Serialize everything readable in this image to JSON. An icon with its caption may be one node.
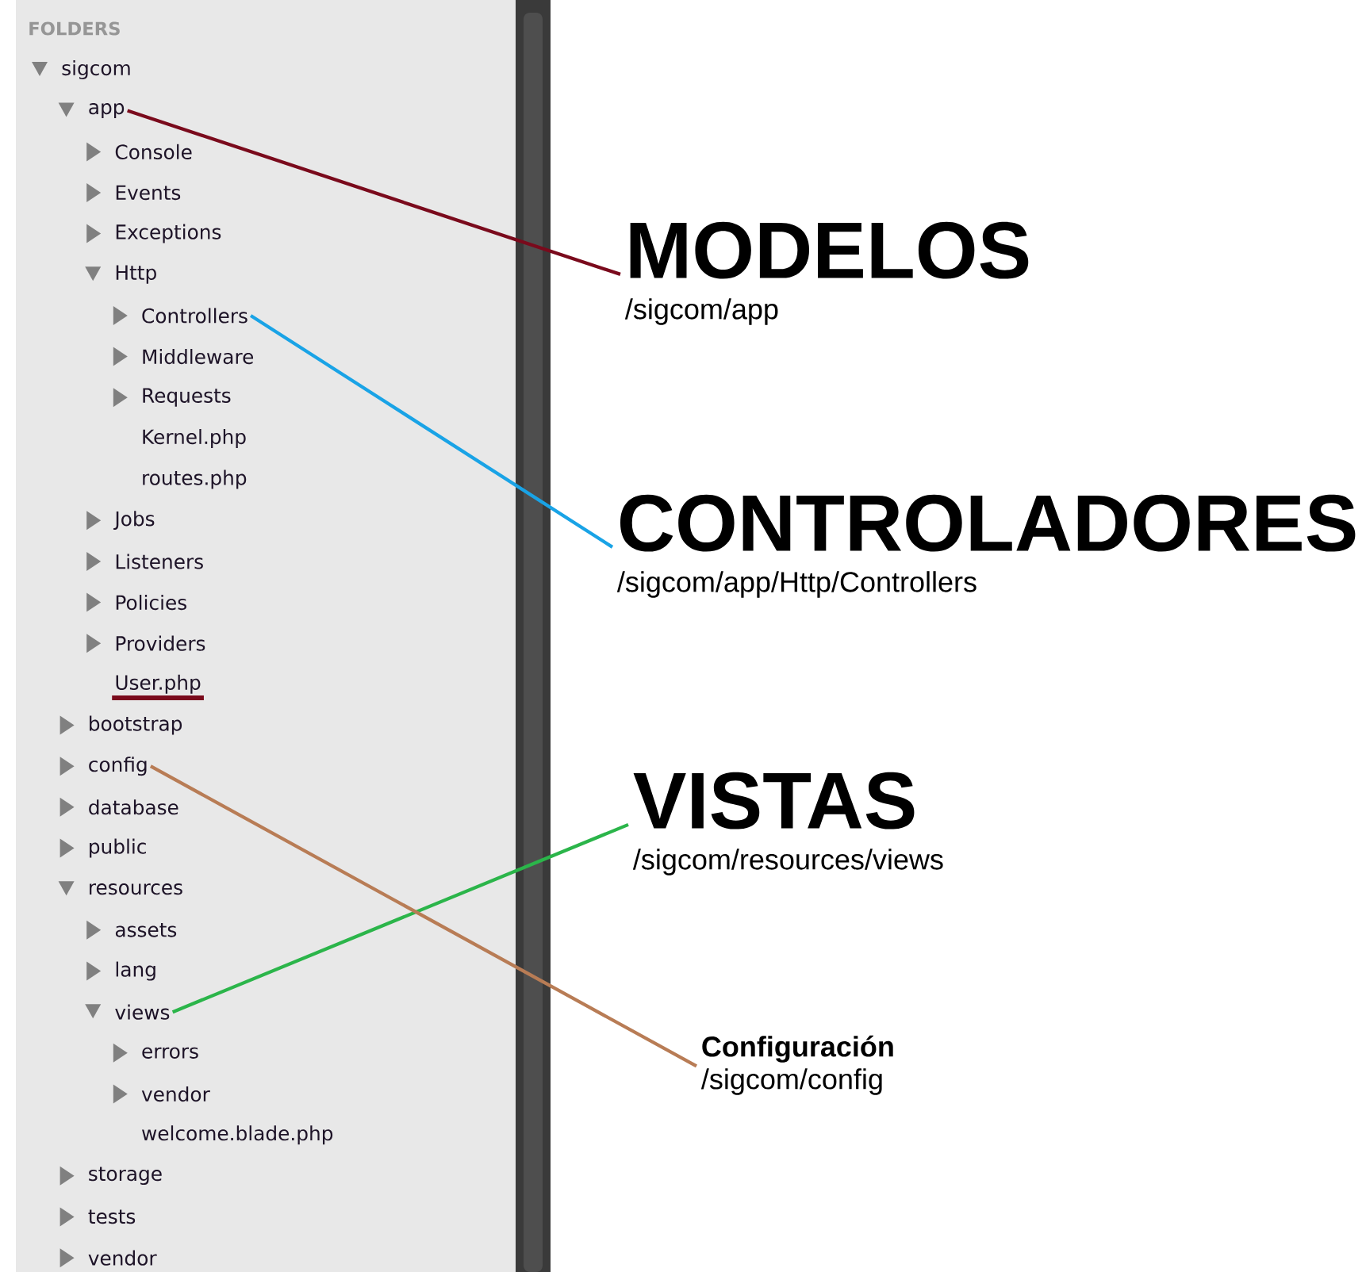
{
  "diagram": {
    "nodes": [
      {
        "text": [
          "app"
        ]
      },
      {
        "text": [
          "Controllers"
        ]
      },
      {
        "text": [
          "config"
        ]
      },
      {
        "text": [
          "views"
        ]
      },
      {
        "text": [
          "MODELOS",
          "/sigcom/app"
        ]
      },
      {
        "text": [
          "CONTROLADORES",
          "/sigcom/app/Http/Controllers"
        ]
      },
      {
        "text": [
          "VISTAS",
          "/sigcom/resources/views"
        ]
      },
      {
        "text": [
          "Configuración",
          "/sigcom/config"
        ]
      }
    ],
    "edges": [
      {
        "from": 0,
        "to": 4,
        "arrow": "none",
        "color": "#7a0a1c"
      },
      {
        "from": 1,
        "to": 5,
        "arrow": "none",
        "color": "#19a3e6"
      },
      {
        "from": 3,
        "to": 6,
        "arrow": "none",
        "color": "#2bb54a"
      },
      {
        "from": 2,
        "to": 7,
        "arrow": "none",
        "color": "#b87c55"
      }
    ],
    "labels": [
      "FOLDERS",
      "sigcom",
      "Console",
      "Events",
      "Exceptions",
      "Http",
      "Middleware",
      "Requests",
      "Kernel.php",
      "routes.php",
      "Jobs",
      "Listeners",
      "Policies",
      "Providers",
      "User.php",
      "bootstrap",
      "database",
      "public",
      "resources",
      "assets",
      "lang",
      "errors",
      "vendor",
      "welcome.blade.php",
      "storage",
      "tests",
      "vendor"
    ]
  }
}
